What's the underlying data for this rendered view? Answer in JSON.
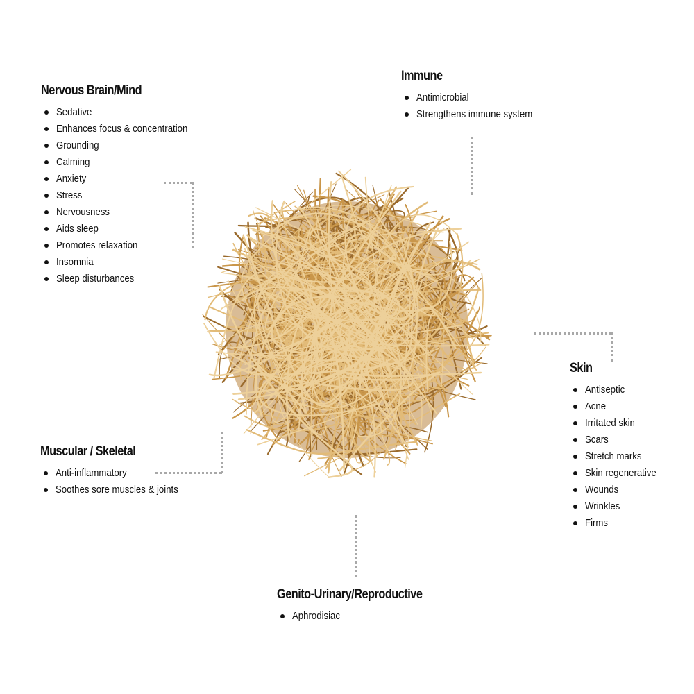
{
  "groups": {
    "nervous": {
      "title": "Nervous Brain/Mind",
      "items": [
        "Sedative",
        "Enhances focus & concentration",
        "Grounding",
        "Calming",
        "Anxiety",
        "Stress",
        "Nervousness",
        "Aids sleep",
        "Promotes relaxation",
        "Insomnia",
        "Sleep disturbances"
      ]
    },
    "immune": {
      "title": "Immune",
      "items": [
        "Antimicrobial",
        "Strengthens immune system"
      ]
    },
    "skin": {
      "title": "Skin",
      "items": [
        "Antiseptic",
        "Acne",
        "Irritated skin",
        "Scars",
        "Stretch marks",
        "Skin regenerative",
        "Wounds",
        "Wrinkles",
        "Firms"
      ]
    },
    "muscular": {
      "title": "Muscular / Skeletal",
      "items": [
        "Anti-inflammatory",
        "Soothes sore muscles & joints"
      ]
    },
    "genito": {
      "title": "Genito-Urinary/Reproductive",
      "items": [
        "Aphrodisiac"
      ]
    }
  },
  "colors": {
    "root_light": "#e2bb78",
    "root_mid": "#c9964a",
    "root_dark": "#9a6a2c",
    "connector": "#a8a8a8"
  }
}
